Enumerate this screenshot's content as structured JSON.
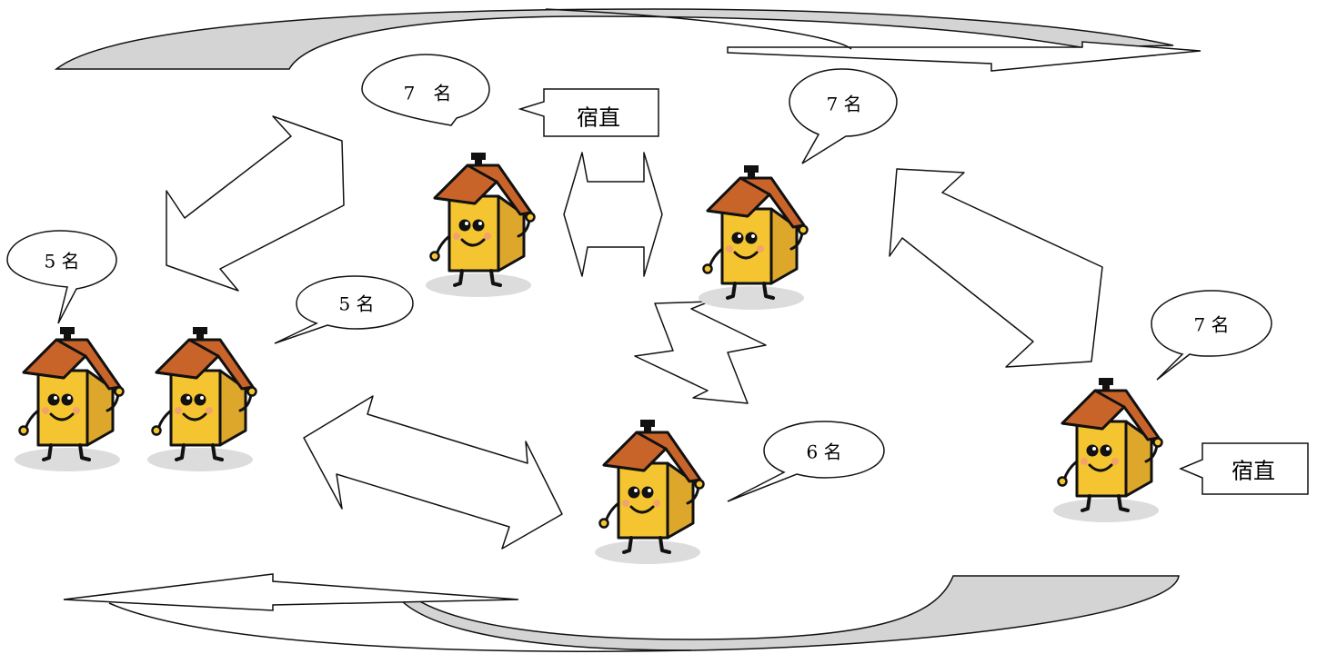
{
  "bubbles": [
    {
      "label": "7　名"
    },
    {
      "label": "7 名"
    },
    {
      "label": "5 名"
    },
    {
      "label": "5 名"
    },
    {
      "label": "6 名"
    },
    {
      "label": "7 名"
    }
  ],
  "callouts": [
    {
      "label": "宿直"
    },
    {
      "label": "宿直"
    }
  ],
  "colors": {
    "roof": "#c8642a",
    "roof_dark": "#9a4a1c",
    "wall_front": "#f5c531",
    "wall_side": "#dda72c",
    "shadow": "#dcdcdc",
    "curved_arrow_fill": "#d4d4d4",
    "outline": "#111111",
    "cheek": "#f2a36b"
  },
  "icons": [
    "house-mascot-icon",
    "double-arrow-icon",
    "curved-arrow-icon"
  ]
}
